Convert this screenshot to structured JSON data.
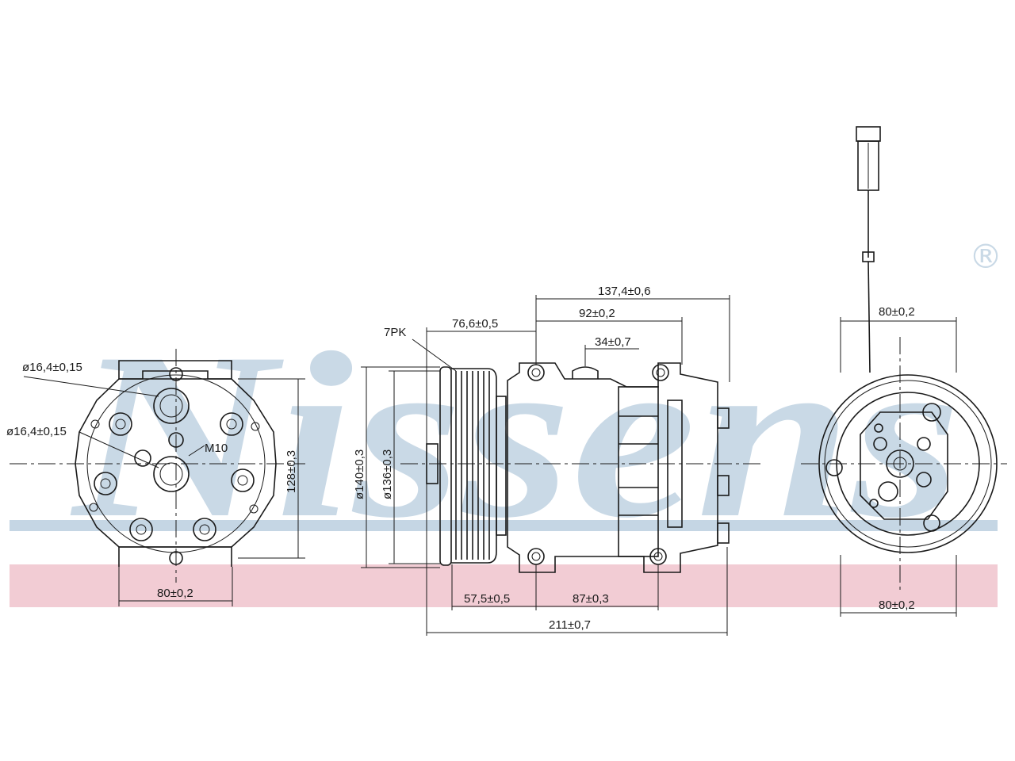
{
  "brand": {
    "watermark": "Nissens",
    "registered_mark": "®",
    "colors": {
      "watermark": "#c9d9e6",
      "band_blue": "#c5d6e4",
      "band_pink": "#f2ccd4",
      "ink": "#1a1a1a"
    }
  },
  "left_view": {
    "port_diameter_top": "ø16,4±0,15",
    "port_diameter_bottom": "ø16,4±0,15",
    "thread": "M10",
    "height": "128±0,3",
    "width": "80±0,2"
  },
  "side_view": {
    "belt": "7PK",
    "pulley_outer_dia": "ø140±0,3",
    "pulley_inner_dia": "ø136±0,3",
    "dim_137": "137,4±0,6",
    "dim_92": "92±0,2",
    "dim_76": "76,6±0,5",
    "dim_34": "34±0,7",
    "dim_57": "57,5±0,5",
    "dim_87": "87±0,3",
    "overall_length": "211±0,7"
  },
  "right_view": {
    "width_top": "80±0,2",
    "width_bottom": "80±0,2"
  }
}
